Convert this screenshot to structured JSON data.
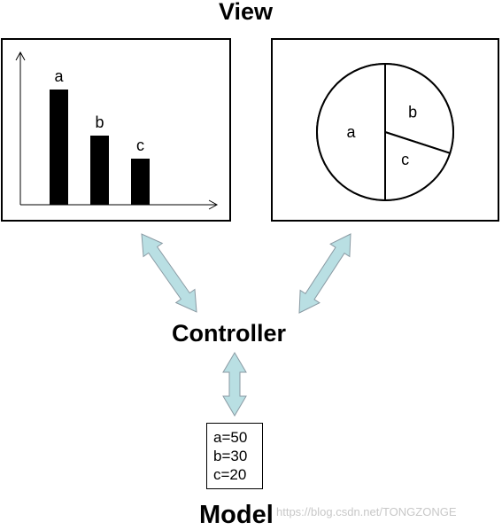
{
  "view_title": "View",
  "controller_label": "Controller",
  "model_title": "Model",
  "model_values": [
    "a=50",
    "b=30",
    "c=20"
  ],
  "watermark": "https://blog.csdn.net/TONGZONGE",
  "colors": {
    "arrow_fill": "#b9dfe3",
    "arrow_stroke": "#8a9aa3",
    "ink": "#000000"
  },
  "chart_data": [
    {
      "type": "bar",
      "categories": [
        "a",
        "b",
        "c"
      ],
      "values": [
        50,
        30,
        20
      ],
      "ylim": [
        0,
        60
      ]
    },
    {
      "type": "pie",
      "labels": [
        "a",
        "b",
        "c"
      ],
      "values": [
        50,
        30,
        20
      ]
    }
  ]
}
